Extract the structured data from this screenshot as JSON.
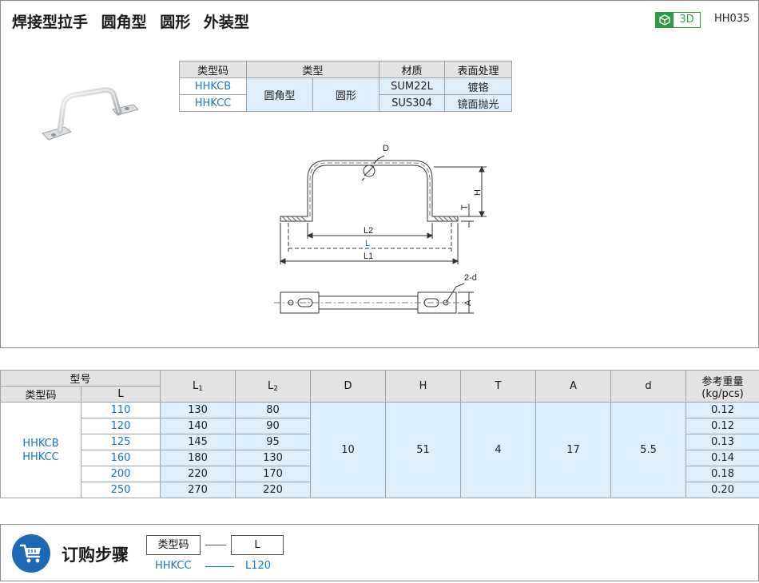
{
  "header": {
    "title": "焊接型拉手 圆角型 圆形 外装型",
    "badge_3d": "3D",
    "product_code": "HH035"
  },
  "spec_table": {
    "headers": [
      "类型码",
      "类型",
      "材质",
      "表面处理"
    ],
    "rows": [
      {
        "code": "HHKCB",
        "material": "SUM22L",
        "surface": "镀铬"
      },
      {
        "code": "HHKCC",
        "material": "SUS304",
        "surface": "镜面抛光"
      }
    ],
    "type_shape": "圆角型",
    "type_form": "圆形"
  },
  "drawing_labels": {
    "d_top": "D",
    "h": "H",
    "t": "T",
    "l2": "L2",
    "l": "L",
    "l1": "L1",
    "two_d": "2-d",
    "a": "A"
  },
  "dim_table": {
    "header_model": "型号",
    "header_typecode": "类型码",
    "header_l": "L",
    "header_l1": "L",
    "header_l1_sub": "1",
    "header_l2": "L",
    "header_l2_sub": "2",
    "header_d": "D",
    "header_h": "H",
    "header_t": "T",
    "header_a": "A",
    "header_dd": "d",
    "header_weight_1": "参考重量",
    "header_weight_2": "(kg/pcs)",
    "codes_1": "HHKCB",
    "codes_2": "HHKCC",
    "rows": [
      {
        "L": "110",
        "L1": "130",
        "L2": "80",
        "W": "0.12"
      },
      {
        "L": "120",
        "L1": "140",
        "L2": "90",
        "W": "0.12"
      },
      {
        "L": "125",
        "L1": "145",
        "L2": "95",
        "W": "0.13"
      },
      {
        "L": "160",
        "L1": "180",
        "L2": "130",
        "W": "0.14"
      },
      {
        "L": "200",
        "L1": "220",
        "L2": "170",
        "W": "0.18"
      },
      {
        "L": "250",
        "L1": "270",
        "L2": "220",
        "W": "0.20"
      }
    ],
    "D": "10",
    "H": "51",
    "T": "4",
    "A": "17",
    "d": "5.5"
  },
  "order": {
    "title": "订购步骤",
    "box_typecode": "类型码",
    "box_l": "L",
    "example_code": "HHKCC",
    "example_l": "L120"
  },
  "colors": {
    "accent_blue": "#1a74c4",
    "cell_blue": "#ddeefc",
    "header_gray": "#e3e3e3",
    "badge_green": "#2e9a45",
    "cart_blue": "#1f68b5"
  }
}
